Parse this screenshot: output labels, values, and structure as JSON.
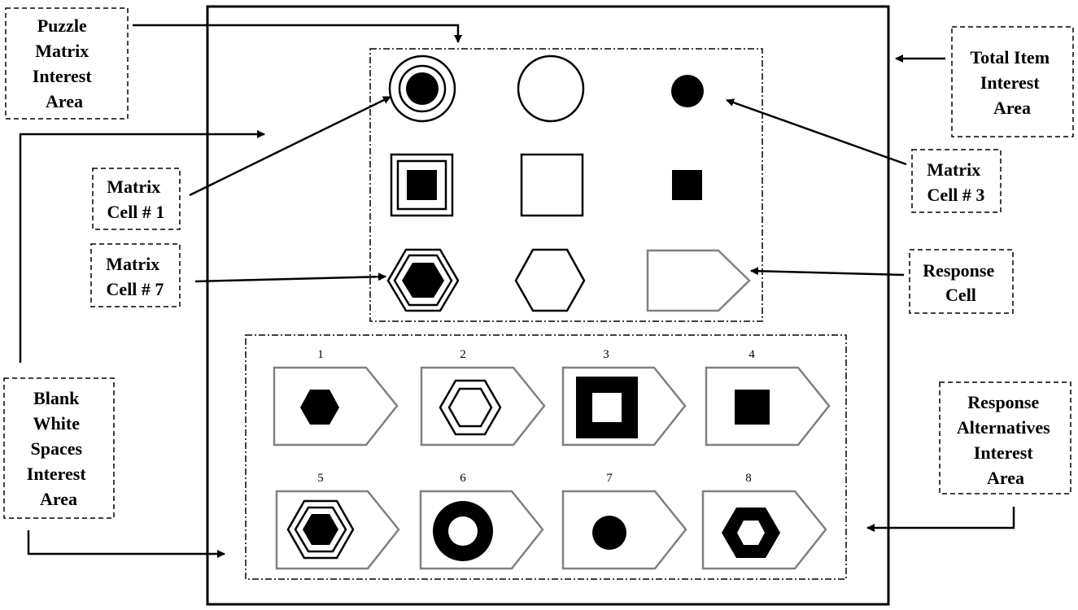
{
  "labels": {
    "puzzle_matrix": [
      "Puzzle",
      "Matrix",
      "Interest",
      "Area"
    ],
    "total_item": [
      "Total Item",
      "Interest",
      "Area"
    ],
    "matrix_cell_1": [
      "Matrix",
      "Cell # 1"
    ],
    "matrix_cell_3": [
      "Matrix",
      "Cell # 3"
    ],
    "matrix_cell_7": [
      "Matrix",
      "Cell # 7"
    ],
    "response_cell": [
      "Response",
      "Cell"
    ],
    "blank_white": [
      "Blank",
      "White",
      "Spaces",
      "Interest",
      "Area"
    ],
    "response_alternatives": [
      "Response",
      "Alternatives",
      "Interest",
      "Area"
    ]
  },
  "matrix": [
    [
      "circle-ring-with-dot",
      "circle-outline",
      "circle-solid"
    ],
    [
      "square-ring-with-dot",
      "square-outline",
      "square-solid"
    ],
    [
      "hexagon-ring-with-dot",
      "hexagon-outline",
      "response-cell-empty"
    ]
  ],
  "alternatives": [
    {
      "number": "1",
      "content": "solid-hexagon"
    },
    {
      "number": "2",
      "content": "double-outline-hexagon"
    },
    {
      "number": "3",
      "content": "thick-square-ring"
    },
    {
      "number": "4",
      "content": "solid-square"
    },
    {
      "number": "5",
      "content": "hexagon-ring-with-solid-hexagon"
    },
    {
      "number": "6",
      "content": "thick-circle-ring"
    },
    {
      "number": "7",
      "content": "solid-circle"
    },
    {
      "number": "8",
      "content": "thick-hexagon-ring"
    }
  ],
  "colors": {
    "shape": "#000000",
    "response_card": "#808080",
    "background": "#ffffff"
  }
}
